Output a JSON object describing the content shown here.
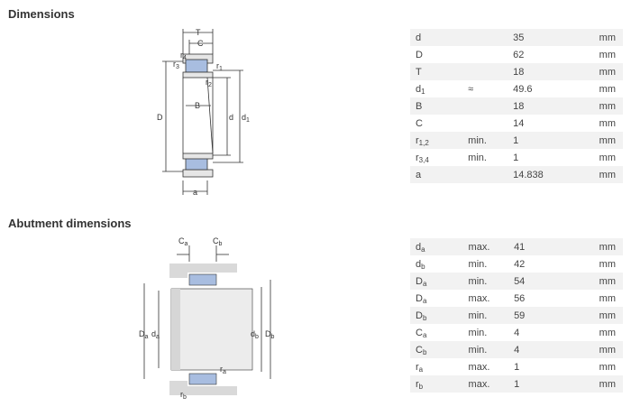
{
  "sections": {
    "dimensions_title": "Dimensions",
    "abutment_title": "Abutment dimensions"
  },
  "dimensions": [
    {
      "sym": "d",
      "sub": "",
      "qual": "",
      "val": "35",
      "unit": "mm"
    },
    {
      "sym": "D",
      "sub": "",
      "qual": "",
      "val": "62",
      "unit": "mm"
    },
    {
      "sym": "T",
      "sub": "",
      "qual": "",
      "val": "18",
      "unit": "mm"
    },
    {
      "sym": "d",
      "sub": "1",
      "qual": "≈",
      "val": "49.6",
      "unit": "mm"
    },
    {
      "sym": "B",
      "sub": "",
      "qual": "",
      "val": "18",
      "unit": "mm"
    },
    {
      "sym": "C",
      "sub": "",
      "qual": "",
      "val": "14",
      "unit": "mm"
    },
    {
      "sym": "r",
      "sub": "1,2",
      "qual": "min.",
      "val": "1",
      "unit": "mm"
    },
    {
      "sym": "r",
      "sub": "3,4",
      "qual": "min.",
      "val": "1",
      "unit": "mm"
    },
    {
      "sym": "a",
      "sub": "",
      "qual": "",
      "val": "14.838",
      "unit": "mm"
    }
  ],
  "abutment": [
    {
      "sym": "d",
      "sub": "a",
      "qual": "max.",
      "val": "41",
      "unit": "mm"
    },
    {
      "sym": "d",
      "sub": "b",
      "qual": "min.",
      "val": "42",
      "unit": "mm"
    },
    {
      "sym": "D",
      "sub": "a",
      "qual": "min.",
      "val": "54",
      "unit": "mm"
    },
    {
      "sym": "D",
      "sub": "a",
      "qual": "max.",
      "val": "56",
      "unit": "mm"
    },
    {
      "sym": "D",
      "sub": "b",
      "qual": "min.",
      "val": "59",
      "unit": "mm"
    },
    {
      "sym": "C",
      "sub": "a",
      "qual": "min.",
      "val": "4",
      "unit": "mm"
    },
    {
      "sym": "C",
      "sub": "b",
      "qual": "min.",
      "val": "4",
      "unit": "mm"
    },
    {
      "sym": "r",
      "sub": "a",
      "qual": "max.",
      "val": "1",
      "unit": "mm"
    },
    {
      "sym": "r",
      "sub": "b",
      "qual": "max.",
      "val": "1",
      "unit": "mm"
    }
  ],
  "diagram_labels": {
    "dim": {
      "T": "T",
      "C": "C",
      "r4": "r",
      "r4s": "4",
      "r3": "r",
      "r3s": "3",
      "r1": "r",
      "r1s": "1",
      "r2": "r",
      "r2s": "2",
      "B": "B",
      "D": "D",
      "d": "d",
      "d1": "d",
      "d1s": "1",
      "a": "a"
    },
    "abut": {
      "Ca": "C",
      "Cas": "a",
      "Cb": "C",
      "Cbs": "b",
      "Da": "D",
      "Das": "a",
      "da": "d",
      "das": "a",
      "db": "d",
      "dbs": "b",
      "Db": "D",
      "Dbs": "b",
      "ra": "r",
      "ras": "a",
      "rb": "r",
      "rbs": "b"
    }
  },
  "colors": {
    "roller": "#a8bde0",
    "ring": "#e6e6e6",
    "housing": "#d9d9d9",
    "line": "#333333"
  }
}
